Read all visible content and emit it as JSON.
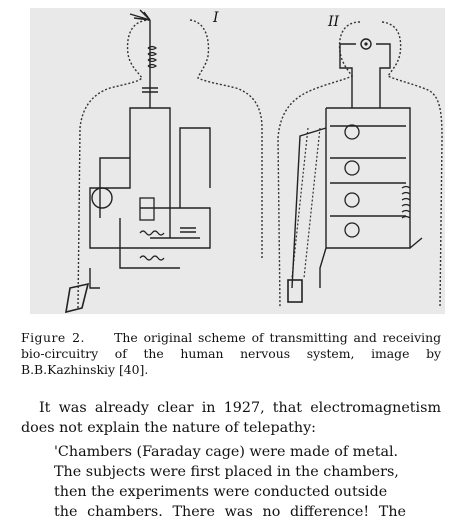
{
  "figure": {
    "label_left": "I",
    "label_right": "II"
  },
  "caption": {
    "label": "Figure 2.",
    "text": "The original scheme of transmitting and receiving bio-circuitry of the human nervous system, image by B.B.Kazhinskiy [40]."
  },
  "body": {
    "paragraph": "It was already clear in 1927, that electromagnetism does not explain the nature of telepathy:",
    "quote_lines": [
      "'Chambers (Faraday cage) were made of metal.",
      "The subjects were first placed in the chambers,",
      "then the experiments were conducted outside",
      "the chambers. There was no difference! The"
    ]
  }
}
